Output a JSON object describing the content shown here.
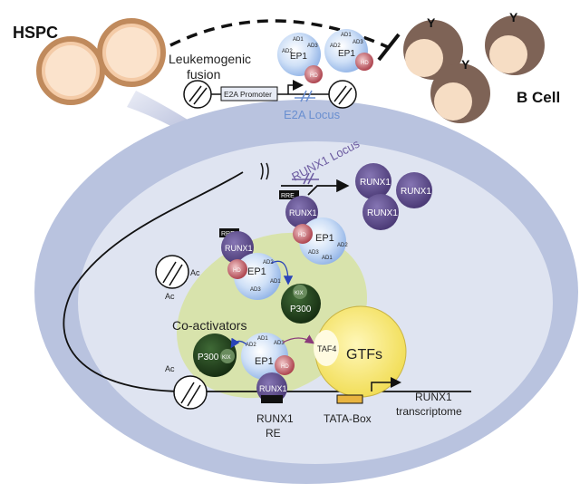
{
  "labels": {
    "hspc": "HSPC",
    "b_cell": "B Cell",
    "y": "Y",
    "leukemogenic_fusion_1": "Leukemogenic",
    "leukemogenic_fusion_2": "fusion",
    "e2a_promoter": "E2A Promoter",
    "e2a_locus": "E2A Locus",
    "runx1_locus": "RUNX1 Locus",
    "runx1": "RUNX1",
    "rre": "RRE",
    "ep1": "EP1",
    "ad1": "AD1",
    "ad2": "AD2",
    "ad3": "AD3",
    "hd": "HD",
    "kix": "KIX",
    "p300": "P300",
    "ac": "Ac",
    "co_activators": "Co-activators",
    "taf4": "TAF4",
    "gtfs": "GTFs",
    "tata_box": "TATA-Box",
    "runx1_re_1": "RUNX1",
    "runx1_re_2": "RE",
    "runx1_transcriptome_1": "RUNX1",
    "runx1_transcriptome_2": "transcriptome"
  },
  "colors": {
    "cell_outer": "#b9c3df",
    "nucleus": "#dfe4f1",
    "coactivator_zone": "#d8e3ac",
    "hspc_fill": "#f4cba7",
    "hspc_border": "#c08a5c",
    "bcell_dark": "#7e6356",
    "bcell_light": "#f6ddc4",
    "runx1_purple": "#5e4d8e",
    "p300_green": "#1f3d1b",
    "gtf_yellow": "#f6e87a",
    "tata_orange": "#e8b440",
    "e2a_blue": "#6a8fd0"
  }
}
